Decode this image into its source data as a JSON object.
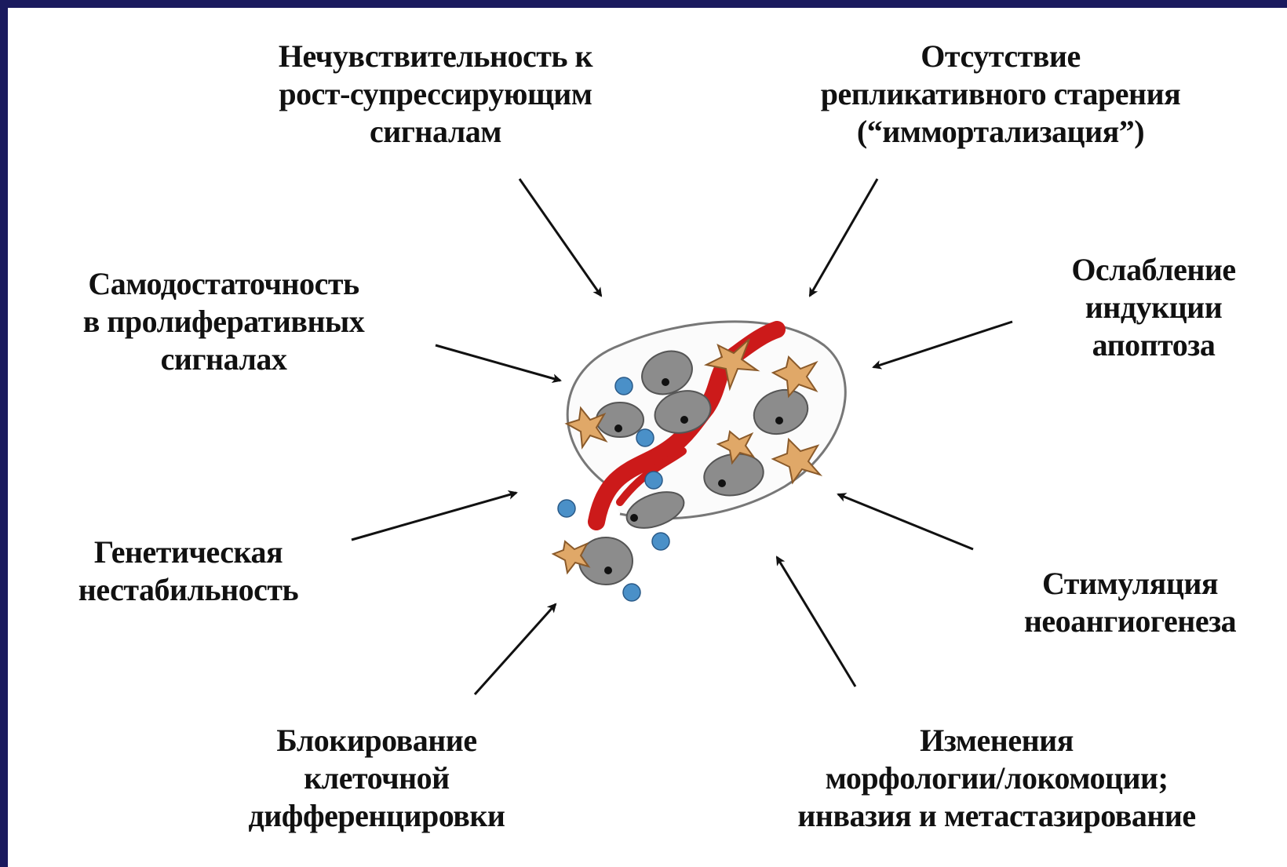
{
  "labels": {
    "top_left": [
      "Нечувствительность к",
      "рост-супрессирующим",
      "сигналам"
    ],
    "top_right": [
      "Отсутствие",
      "репликативного старения",
      "(“иммортализация”)"
    ],
    "left_upper": [
      "Самодостаточность",
      "в пролиферативных",
      "сигналах"
    ],
    "right_upper": [
      "Ослабление",
      "индукции",
      "апоптоза"
    ],
    "left_lower": [
      "Генетическая",
      "нестабильность"
    ],
    "right_lower": [
      "Стимуляция",
      "неоангиогенеза"
    ],
    "bottom_left": [
      "Блокирование",
      "клеточной",
      "дифференцировки"
    ],
    "bottom_right": [
      "Изменения",
      "морфологии/локомоции;",
      "инвазия и метастазирование"
    ]
  },
  "colors": {
    "background": "#1a1a5e",
    "panel": "#ffffff",
    "vessel": "#cc1a1a",
    "tumor_cell": "#8c8c8c",
    "stroma_cell": "#e0a868",
    "immune_cell": "#4a90c8",
    "arrow": "#111111"
  }
}
